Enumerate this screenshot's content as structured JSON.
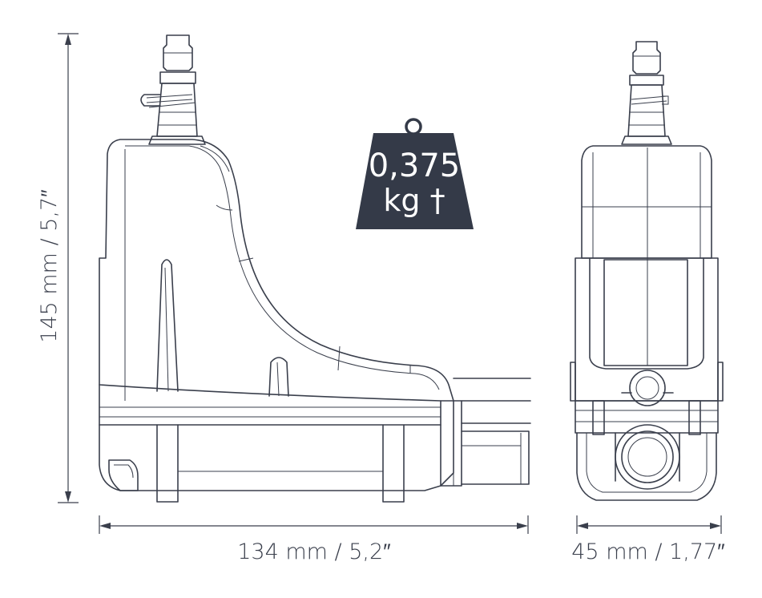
{
  "dimensions": {
    "height_label": "145 mm / 5,7″",
    "length_label": "134 mm / 5,2″",
    "width_label": "45 mm / 1,77″"
  },
  "weight_badge": {
    "value": "0,375",
    "unit": "kg †",
    "color": "#343a48"
  },
  "colors": {
    "line": "#3a3f4c"
  }
}
